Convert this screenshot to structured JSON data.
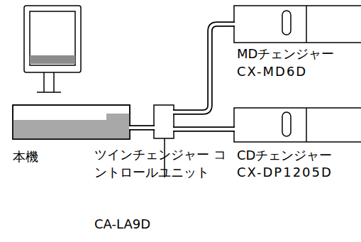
{
  "diagram": {
    "nodes": [
      {
        "text": [
          "本機"
        ]
      },
      {
        "text": [
          "ツインチェンジャー コントロールユニット",
          "CA-LA9D"
        ]
      },
      {
        "text": [
          "MDチェンジャー",
          "CX-MD6D"
        ]
      },
      {
        "text": [
          "CDチェンジャー",
          "CX-DP1205D"
        ]
      }
    ],
    "edges": [
      {
        "from": 0,
        "to": 1,
        "arrow": "none"
      },
      {
        "from": 1,
        "to": 2,
        "arrow": "none"
      },
      {
        "from": 1,
        "to": 3,
        "arrow": "none"
      }
    ]
  }
}
